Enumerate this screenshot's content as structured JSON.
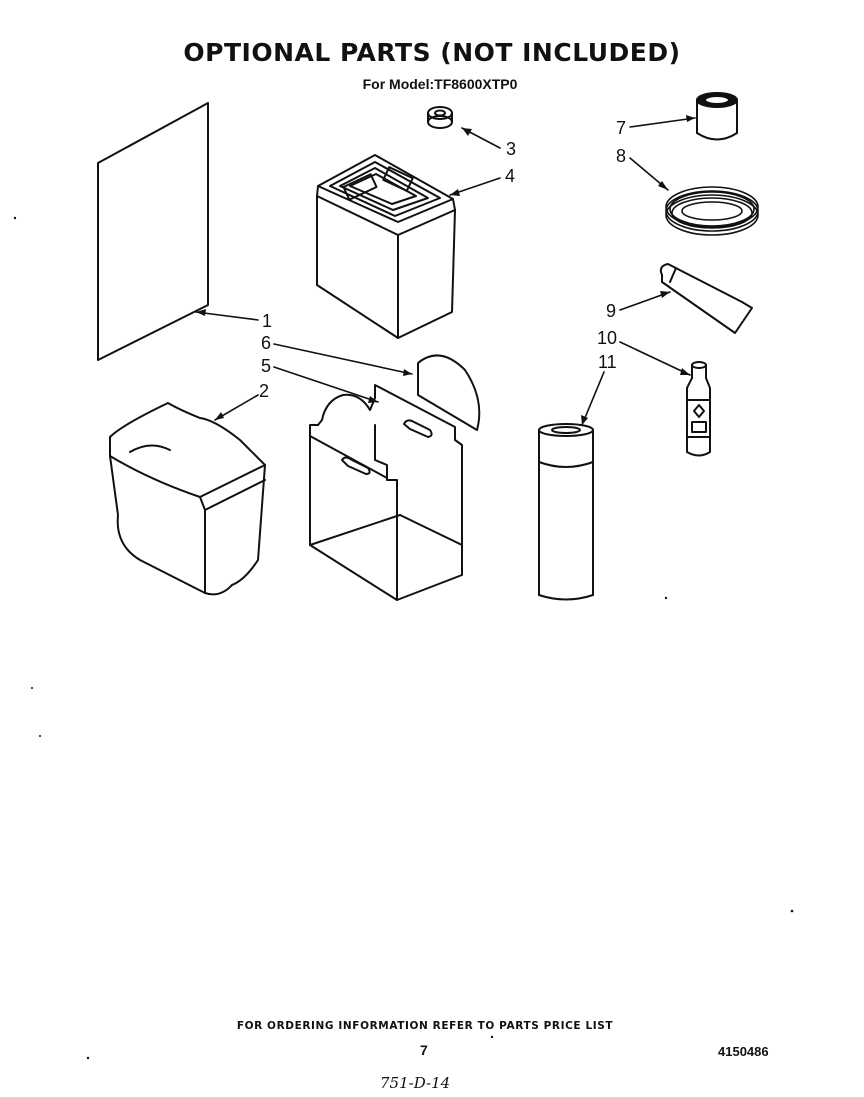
{
  "header": {
    "title": "OPTIONAL PARTS (NOT INCLUDED)",
    "subtitle": "For Model:TF8600XTP0"
  },
  "callouts": [
    "1",
    "2",
    "3",
    "4",
    "5",
    "6",
    "7",
    "8",
    "9",
    "10",
    "11"
  ],
  "footer": {
    "ordering_note": "FOR ORDERING INFORMATION REFER TO PARTS PRICE LIST",
    "page_number": "7",
    "document_number": "4150486",
    "handwritten_code": "751-D-14"
  }
}
